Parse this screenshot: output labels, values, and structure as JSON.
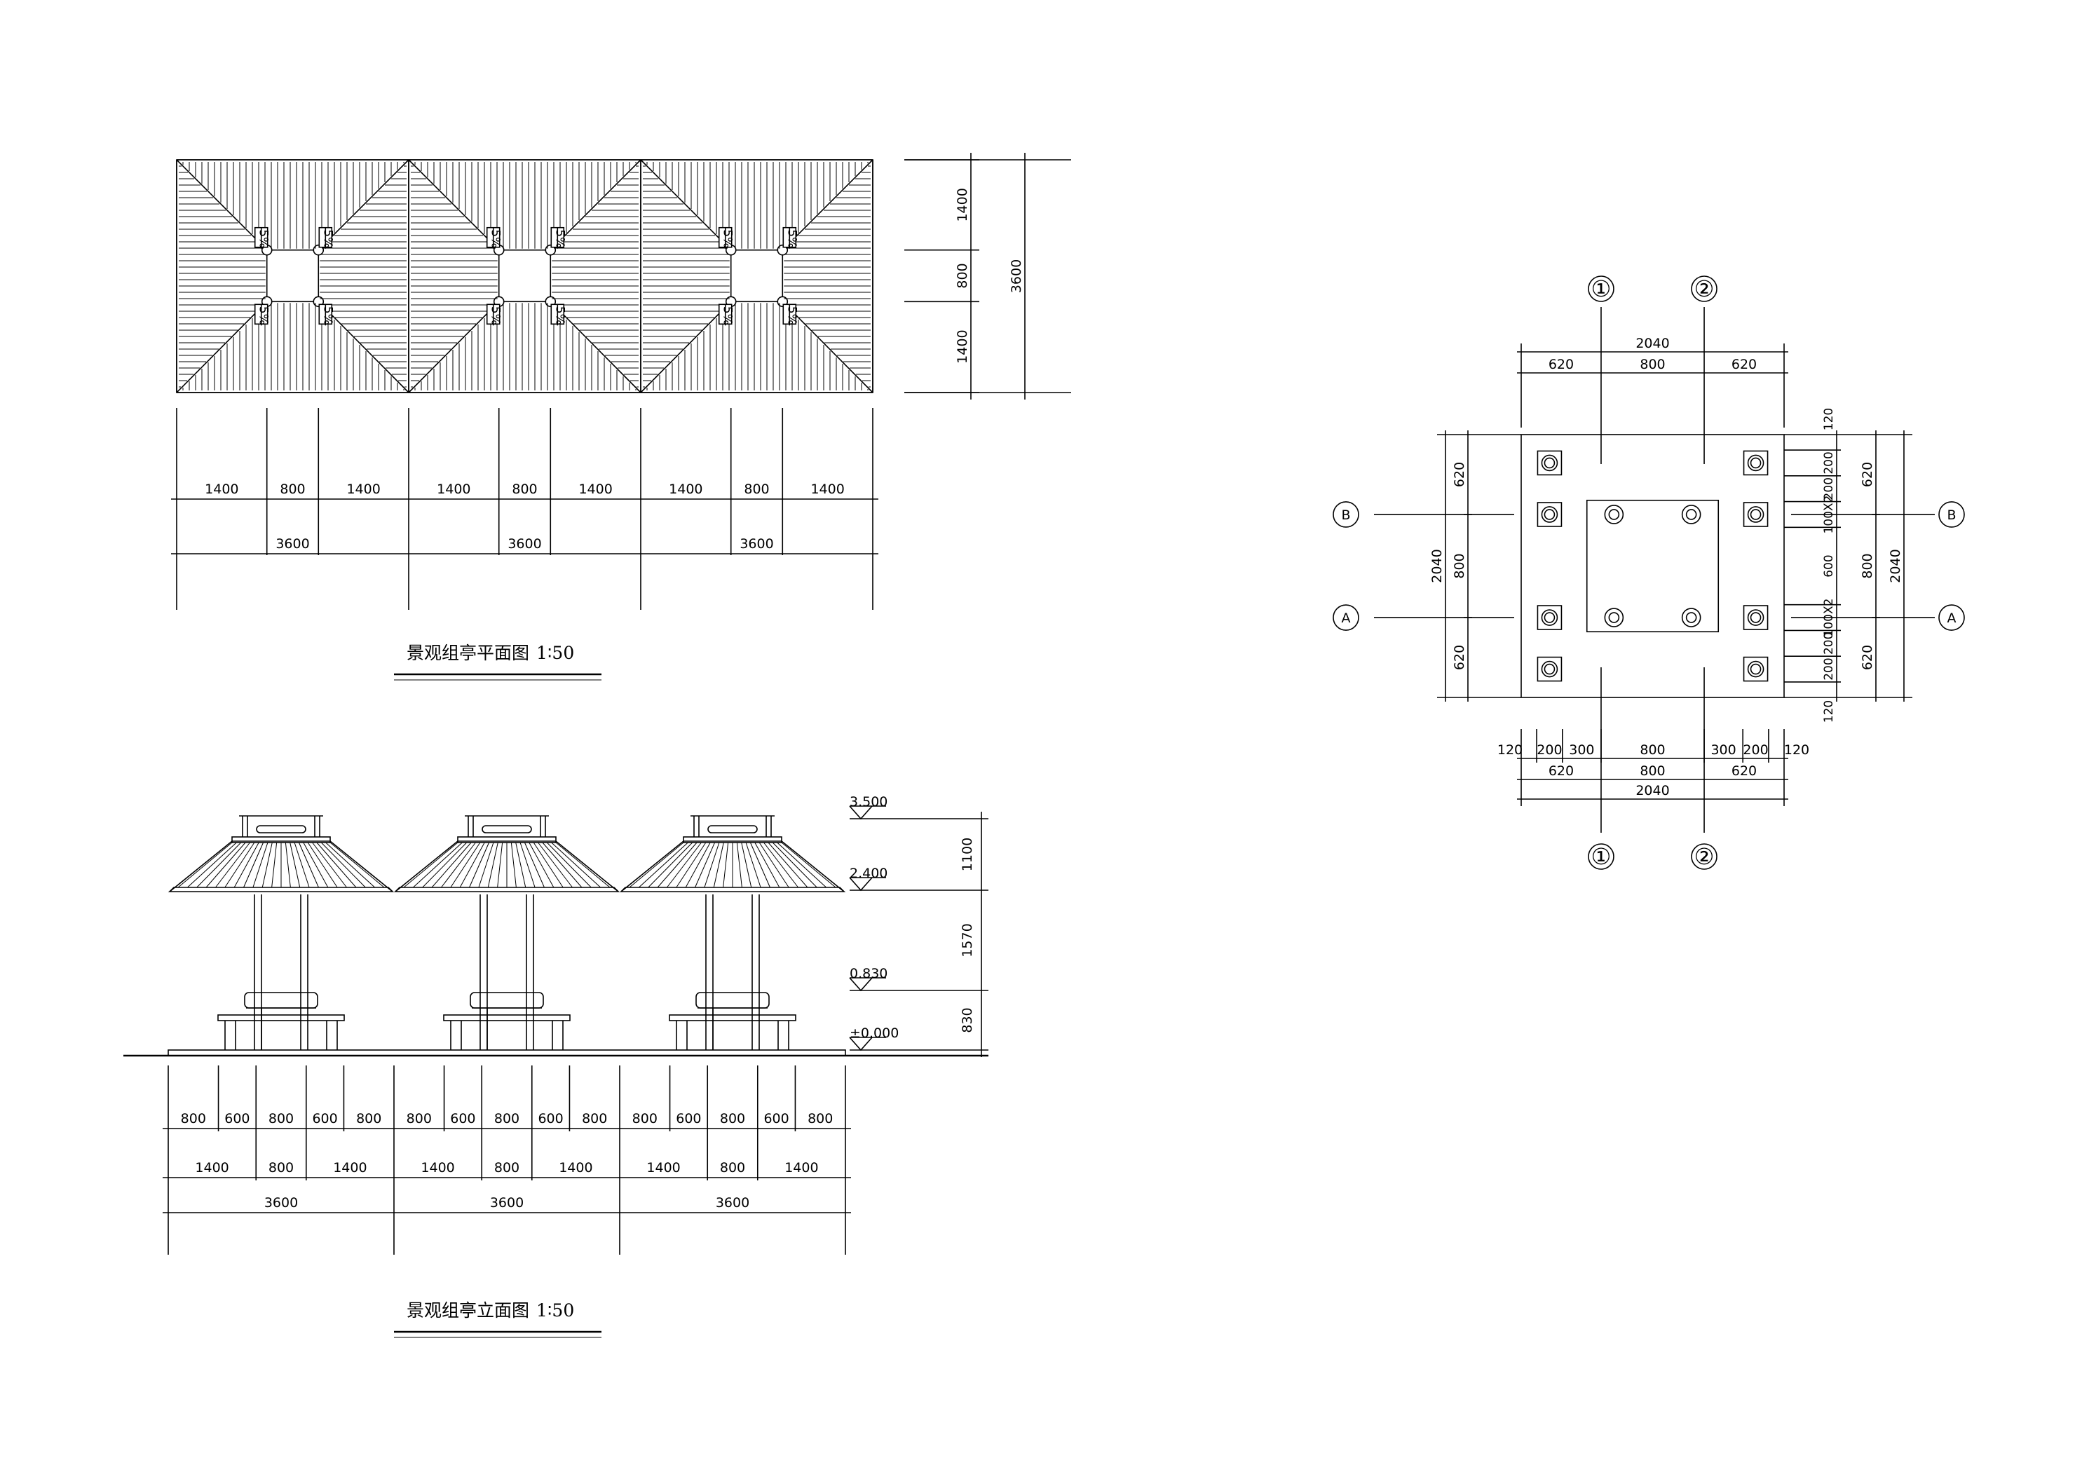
{
  "plan": {
    "title": "景观组亭平面图",
    "scale": "1∶50",
    "slope_label": "5%",
    "right_dims": [
      "1400",
      "800",
      "1400"
    ],
    "right_total": "3600",
    "bottom_segments": [
      "1400",
      "800",
      "1400",
      "1400",
      "800",
      "1400",
      "1400",
      "800",
      "1400"
    ],
    "bottom_totals": [
      "3600",
      "3600",
      "3600"
    ]
  },
  "elevation": {
    "title": "景观组亭立面图",
    "scale": "1∶50",
    "levels": [
      "3.500",
      "2.400",
      "0.830",
      "±0.000"
    ],
    "level_dims": [
      "1100",
      "1570",
      "830"
    ],
    "row1": [
      "800",
      "600",
      "800",
      "600",
      "800",
      "800",
      "600",
      "800",
      "600",
      "800",
      "800",
      "600",
      "800",
      "600",
      "800"
    ],
    "row2": [
      "1400",
      "800",
      "1400",
      "1400",
      "800",
      "1400",
      "1400",
      "800",
      "1400"
    ],
    "row3": [
      "3600",
      "3600",
      "3600"
    ]
  },
  "detail": {
    "axes": {
      "col1": "①",
      "col2": "②",
      "rowA": "A",
      "rowB": "B"
    },
    "top_total": "2040",
    "top_dims": [
      "620",
      "800",
      "620"
    ],
    "bottom_fine": [
      "120",
      "200",
      "300",
      "800",
      "300",
      "200",
      "120"
    ],
    "bottom_dims": [
      "620",
      "800",
      "620"
    ],
    "bottom_total": "2040",
    "left_total": "2040",
    "left_dims": [
      "620",
      "800",
      "620"
    ],
    "right_fine": [
      "120",
      "200",
      "200",
      "100X2",
      "600",
      "100X2",
      "200",
      "200",
      "120"
    ],
    "right_dims": [
      "620",
      "800",
      "620"
    ],
    "right_total": "2040"
  }
}
